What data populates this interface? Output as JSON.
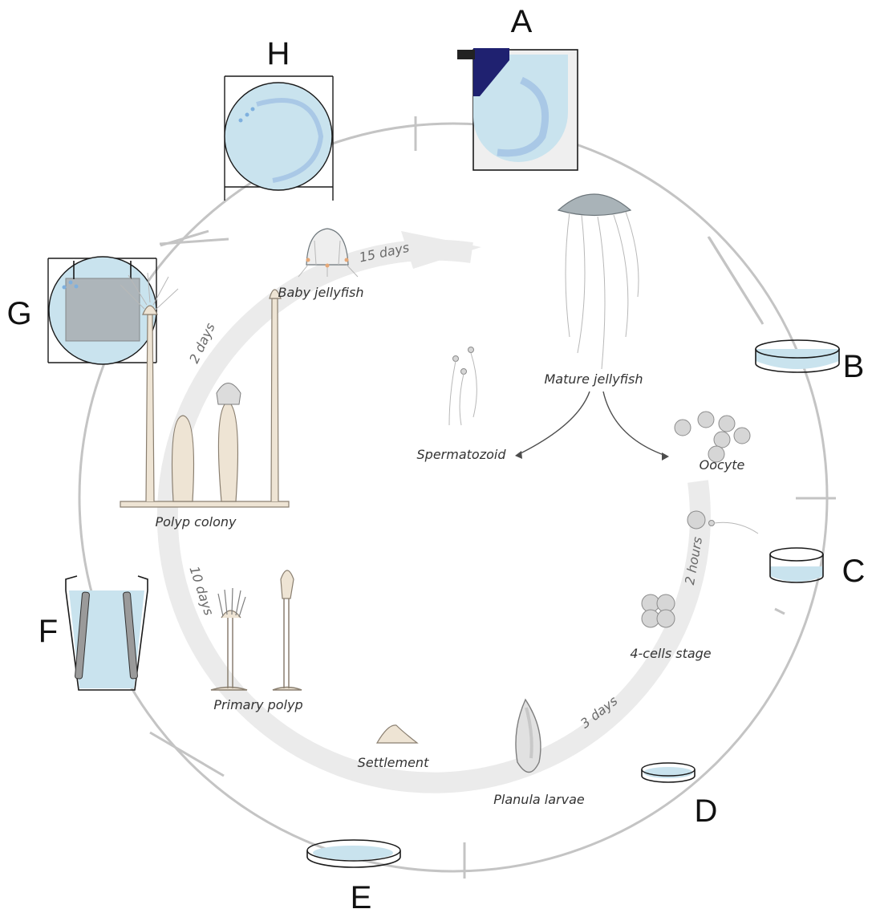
{
  "title": "",
  "culture_steps": [
    {
      "letter": "A"
    },
    {
      "letter": "B"
    },
    {
      "letter": "C"
    },
    {
      "letter": "D"
    },
    {
      "letter": "E"
    },
    {
      "letter": "F"
    },
    {
      "letter": "G"
    },
    {
      "letter": "H"
    }
  ],
  "life_stages": {
    "mature_jellyfish": "Mature jellyfish",
    "spermatozoid": "Spermatozoid",
    "oocyte": "Oocyte",
    "four_cells_stage": "4-cells stage",
    "planula_larvae": "Planula larvae",
    "settlement": "Settlement",
    "primary_polyp": "Primary polyp",
    "polyp_colony": "Polyp colony",
    "baby_jellyfish": "Baby jellyfish"
  },
  "durations": {
    "fertilization_to_4cells": "2 hours",
    "embryo_to_planula": "3 days",
    "primary_polyp_to_colony": "10 days",
    "colony_to_baby": "2 days",
    "baby_to_mature": "15 days"
  },
  "colors": {
    "water": "#c9e3ee",
    "water_dark": "#8fbdd1",
    "pump": "#1f2170",
    "ring_outer": "#c4c4c4",
    "ring_inner": "#ebebeb",
    "polyp_tissue": "#eee4d4"
  }
}
